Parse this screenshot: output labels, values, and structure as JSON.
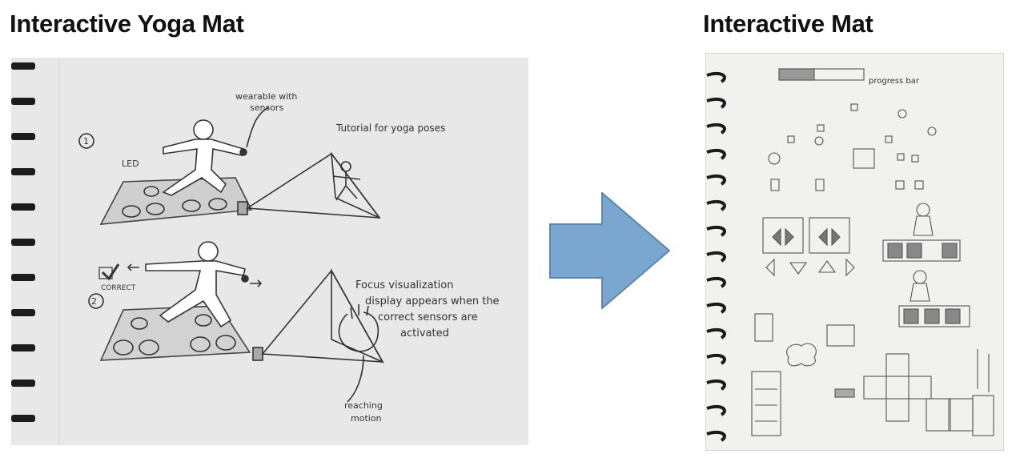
{
  "headings": {
    "left": "Interactive Yoga Mat",
    "right": "Interactive Mat"
  },
  "left_sketch": {
    "labels": {
      "wearable": "wearable with",
      "sensors": "sensors",
      "tutorial": "Tutorial for yoga poses",
      "led": "LED",
      "step1": "1",
      "step2": "2",
      "correct": "CORRECT",
      "focus1": "Focus visualization",
      "focus2": "display appears when the",
      "focus3": "correct sensors are",
      "focus4": "activated",
      "reaching1": "reaching",
      "reaching2": "motion"
    }
  },
  "right_sketch": {
    "labels": {
      "progress": "progress bar"
    }
  },
  "colors": {
    "arrow_fill": "#7aa6cf",
    "arrow_stroke": "#5b86b0",
    "paper_left": "#e9e9e9",
    "paper_right": "#f2f2f0"
  }
}
